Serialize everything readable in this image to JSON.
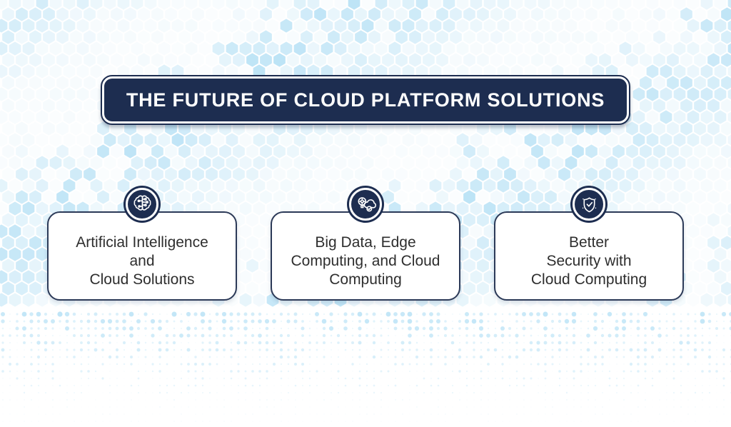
{
  "title": "THE FUTURE OF CLOUD PLATFORM SOLUTIONS",
  "cards": [
    {
      "icon": "ai-brain-icon",
      "lines": [
        "Artificial Intelligence",
        "and",
        "Cloud Solutions"
      ]
    },
    {
      "icon": "big-data-cloud-icon",
      "lines": [
        "Big Data, Edge",
        "Computing, and Cloud",
        "Computing"
      ]
    },
    {
      "icon": "security-shield-icon",
      "lines": [
        "Better",
        "Security with",
        "Cloud Computing"
      ]
    }
  ],
  "colors": {
    "navy": "#1d2d50",
    "card_border": "#2c3a58",
    "text": "#2e2e2e",
    "hex_blue": "#aadcf4",
    "white": "#ffffff"
  }
}
